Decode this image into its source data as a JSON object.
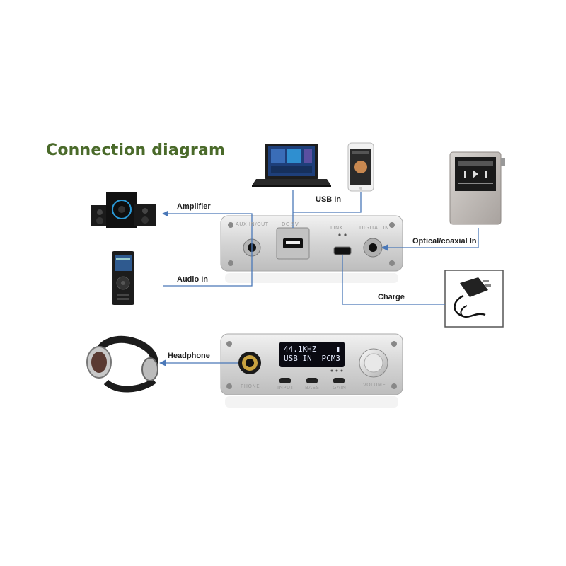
{
  "title": "Connection diagram",
  "labels": {
    "amplifier": "Amplifier",
    "audio_in": "Audio In",
    "usb_in": "USB In",
    "optical_coaxial_in": "Optical/coaxial In",
    "charge": "Charge",
    "headphone": "Headphone"
  },
  "back_panel": {
    "aux": "AUX IN/OUT",
    "usb": "DC 5V",
    "link": "LINK",
    "digital_in": "DIGITAL IN"
  },
  "front_panel": {
    "display_line1_left": "44.1KHZ",
    "display_line2_left": "USB IN",
    "display_line2_right": "PCM3",
    "phone": "PHONE",
    "input": "INPUT",
    "bass": "BASS",
    "gain": "GAIN",
    "volume": "VOLUME"
  },
  "colors": {
    "title": "#4a6a2a",
    "connector_line": "#4a78b8",
    "device_silver": "#d8d8d8"
  }
}
